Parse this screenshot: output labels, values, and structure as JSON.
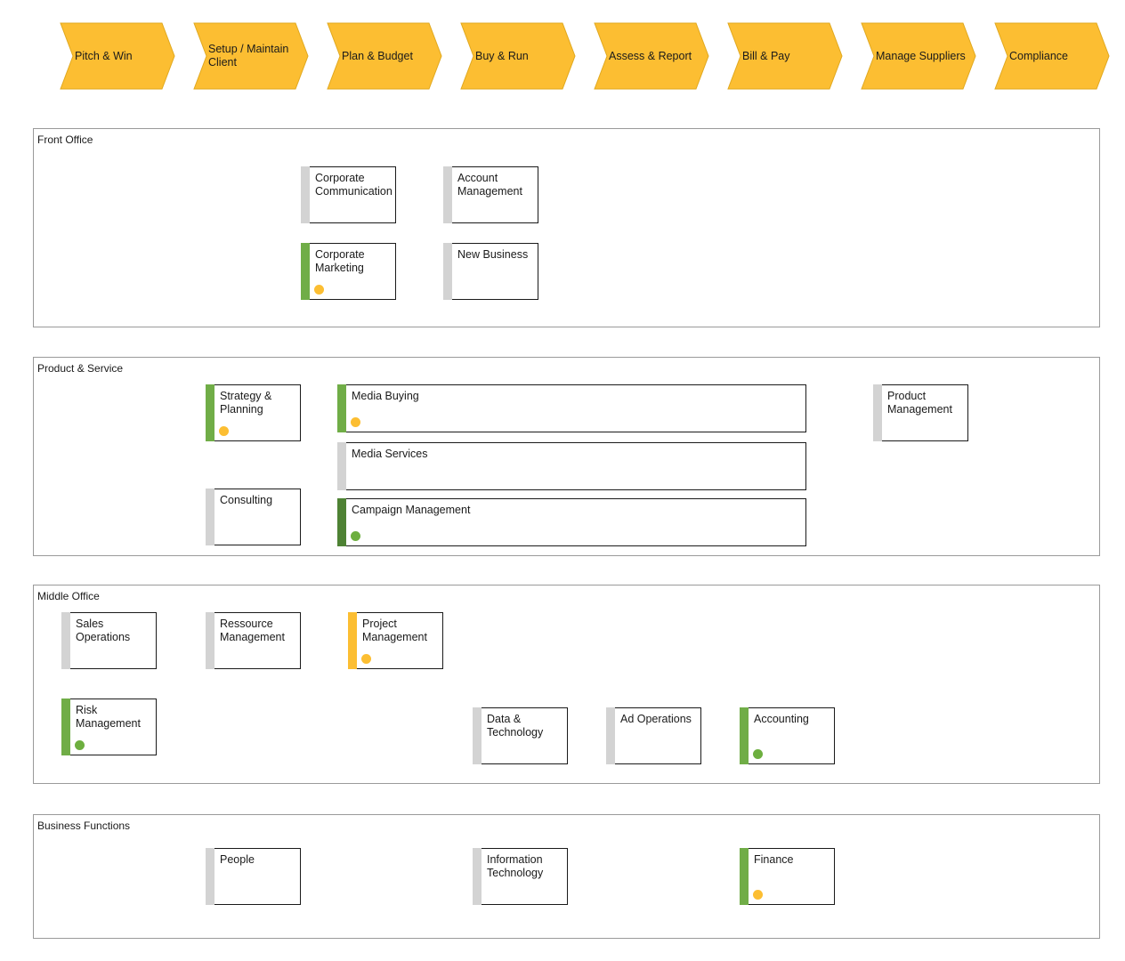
{
  "colors": {
    "chevron_fill": "#FCBE32",
    "chevron_stroke": "#E0A81F",
    "status_grey": "#D3D3D3",
    "status_green": "#70AD47",
    "status_dark_green": "#4E8234",
    "status_amber": "#FCBE32",
    "dot_amber": "#FCBE32",
    "dot_green": "#6DAF3F"
  },
  "value_chain": [
    {
      "label": "Pitch & Win"
    },
    {
      "label": "Setup / Maintain Client"
    },
    {
      "label": "Plan & Budget"
    },
    {
      "label": "Buy & Run"
    },
    {
      "label": "Assess & Report"
    },
    {
      "label": "Bill & Pay"
    },
    {
      "label": "Manage Suppliers"
    },
    {
      "label": "Compliance"
    }
  ],
  "lanes": {
    "front_office": {
      "title": "Front Office",
      "capabilities": {
        "corporate_communication": {
          "label": "Corporate Communication",
          "status": "grey",
          "dot": ""
        },
        "account_management": {
          "label": "Account Management",
          "status": "grey",
          "dot": ""
        },
        "corporate_marketing": {
          "label": "Corporate Marketing",
          "status": "green",
          "dot": "amber"
        },
        "new_business": {
          "label": "New Business",
          "status": "grey",
          "dot": ""
        }
      }
    },
    "product_service": {
      "title": "Product & Service",
      "capabilities": {
        "strategy_planning": {
          "label": "Strategy & Planning",
          "status": "green",
          "dot": "amber"
        },
        "media_buying": {
          "label": "Media Buying",
          "status": "green",
          "dot": "amber"
        },
        "media_services": {
          "label": "Media Services",
          "status": "grey",
          "dot": ""
        },
        "consulting": {
          "label": "Consulting",
          "status": "grey",
          "dot": ""
        },
        "campaign_management": {
          "label": "Campaign Management",
          "status": "dark_green",
          "dot": "green"
        },
        "product_management": {
          "label": "Product Management",
          "status": "grey",
          "dot": ""
        }
      }
    },
    "middle_office": {
      "title": "Middle Office",
      "capabilities": {
        "sales_operations": {
          "label": "Sales Operations",
          "status": "grey",
          "dot": ""
        },
        "ressource_management": {
          "label": "Ressource Management",
          "status": "grey",
          "dot": ""
        },
        "project_management": {
          "label": "Project Management",
          "status": "amber",
          "dot": "amber"
        },
        "risk_management": {
          "label": "Risk Management",
          "status": "green",
          "dot": "green"
        },
        "data_technology": {
          "label": "Data & Technology",
          "status": "grey",
          "dot": ""
        },
        "ad_operations": {
          "label": "Ad Operations",
          "status": "grey",
          "dot": ""
        },
        "accounting": {
          "label": "Accounting",
          "status": "green",
          "dot": "green"
        }
      }
    },
    "business_functions": {
      "title": "Business Functions",
      "capabilities": {
        "people": {
          "label": "People",
          "status": "grey",
          "dot": ""
        },
        "information_technology": {
          "label": "Information Technology",
          "status": "grey",
          "dot": ""
        },
        "finance": {
          "label": "Finance",
          "status": "green",
          "dot": "amber"
        }
      }
    }
  }
}
